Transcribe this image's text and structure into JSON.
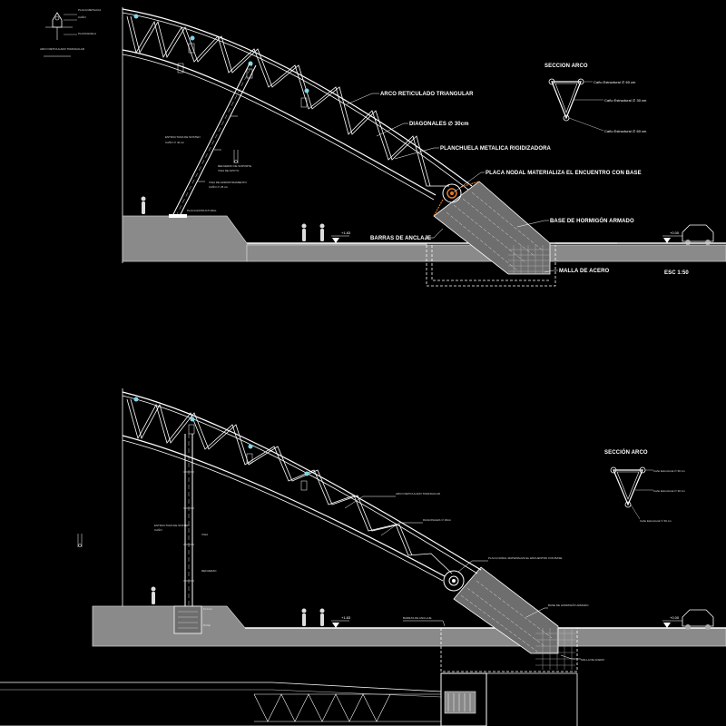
{
  "top_detail": {
    "title_lines": [
      "PLACA METALICA",
      "CAÑO",
      "PLANCHUELA"
    ],
    "caption": "ARCO RETICULADO TRIANGULAR"
  },
  "elevation_1": {
    "labels": {
      "arco": "ARCO RETICULADO TRIANGULAR",
      "diagonales": "DIAGONALES ∅ 30cm",
      "planchuela": "PLANCHUELA METALICA RIGIDIZADORA",
      "placa_nodal": "PLACA NODAL MATERIALIZA EL ENCUENTRO CON BASE",
      "base": "BASE DE HORMIGÓN ARMADO",
      "barras": "BARRAS DE ANCLAJE",
      "malla": "MALLA DE ACERO",
      "placa_estructural": "PLACA ESTRUCTURAL",
      "columna_1": "ESTRUCTURA DE SOSTEN",
      "columna_2": "CAÑO ∅ 40 cm",
      "nota_1": "REFUERZO DE SOPORTE",
      "nota_2": "VIGA DE APOYO",
      "nota_3": "VIGA DE ARRIOSTRAMIENTO",
      "nota_4": "CAÑO ∅ 25 cm"
    },
    "level_left": "+1.83",
    "level_right": "+0.00",
    "scale": "ESC 1:50",
    "section_title": "SECCION ARCO",
    "section_labels": [
      "Caño Estructural ∅ 60 cm",
      "Caño Estructural ∅ 30 cm",
      "Caño Estructural ∅ 60 cm"
    ]
  },
  "elevation_2": {
    "labels": {
      "arco": "ARCO RETICULADO TRIANGULAR",
      "diagonales": "DIAGONALES ∅ 30cm",
      "placa_nodal": "PLACA NODAL MATERIALIZA EL ENCUENTRO CON BASE",
      "base": "BASE DE HORMIGÓN ARMADO",
      "barras": "BARRAS DE ANCLAJE",
      "malla": "MALLA DE ACERO",
      "col_1": "ESTRUCTURA DE SOSTEN",
      "col_2": "CAÑO",
      "col_3": "VIGA",
      "col_4": "REFUERZO",
      "col_5": "PLACA",
      "col_6": "BASE"
    },
    "level_left": "+1.83",
    "level_right": "+0.00",
    "section_title": "SECCIÓN ARCO",
    "section_labels": [
      "Caño Estructural ∅ 60 cm",
      "Caño Estructural ∅ 30 cm",
      "Caño Estructural ∅ 60 cm"
    ]
  },
  "colors": {
    "background": "#000000",
    "lines": "#ffffff",
    "ground": "#8a8a8a",
    "accent_cyan": "#7fd6e8",
    "accent_orange": "#e07a2a"
  }
}
